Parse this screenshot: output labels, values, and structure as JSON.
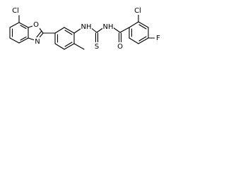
{
  "molecule": {
    "atoms": {
      "cl1": "Cl",
      "o_ring": "O",
      "n_ring": "N",
      "nh1": "NH",
      "nh2": "NH",
      "s": "S",
      "cl2": "Cl",
      "o_carbonyl": "O",
      "f": "F"
    }
  },
  "colors": {
    "bond": "#000000",
    "atom": "#000000",
    "background": "#ffffff"
  }
}
